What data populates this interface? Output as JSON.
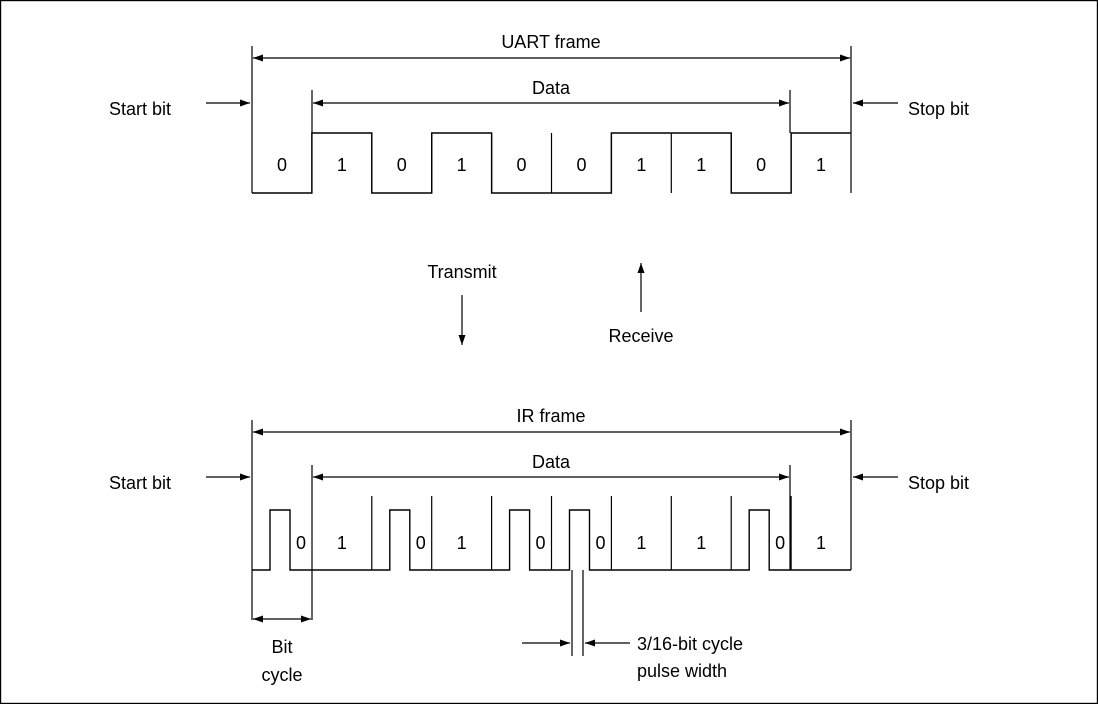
{
  "uart": {
    "frame_label": "UART frame",
    "data_label": "Data",
    "start_label": "Start bit",
    "stop_label": "Stop bit",
    "bits": [
      "0",
      "1",
      "0",
      "1",
      "0",
      "0",
      "1",
      "1",
      "0",
      "1"
    ]
  },
  "direction": {
    "transmit_label": "Transmit",
    "receive_label": "Receive"
  },
  "ir": {
    "frame_label": "IR frame",
    "data_label": "Data",
    "start_label": "Start bit",
    "stop_label": "Stop bit",
    "bits": [
      "0",
      "1",
      "0",
      "1",
      "0",
      "0",
      "1",
      "1",
      "0",
      "1"
    ],
    "bit_cycle_line1": "Bit",
    "bit_cycle_line2": "cycle",
    "pulse_line1": "3/16-bit cycle",
    "pulse_line2": "pulse width"
  }
}
